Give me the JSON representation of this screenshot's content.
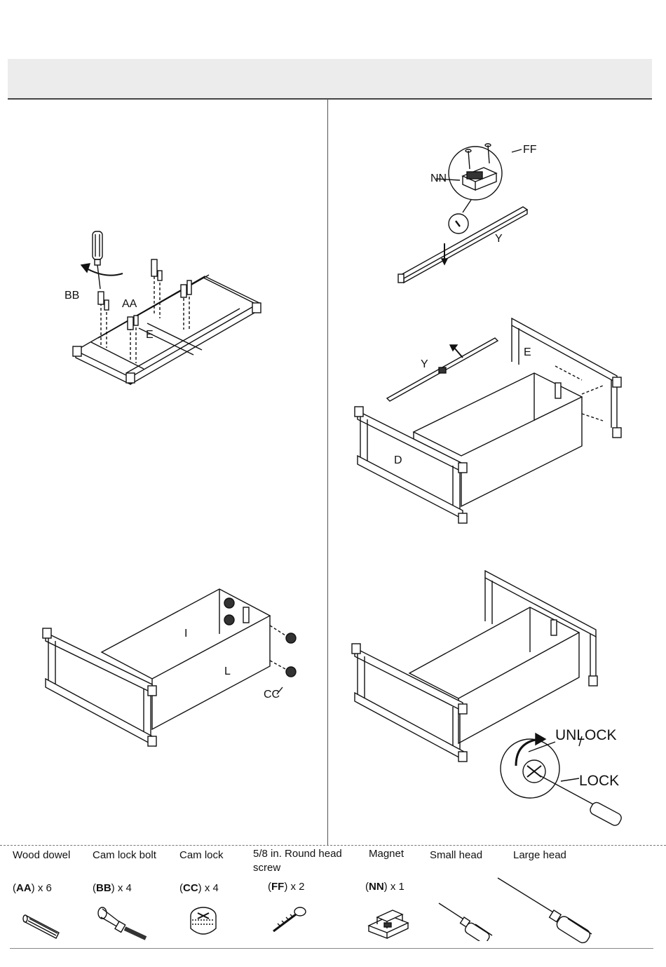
{
  "steps": [
    {
      "id": "step-1",
      "labels": {
        "bb": "BB",
        "aa": "AA",
        "e": "E"
      }
    },
    {
      "id": "step-2",
      "labels": {
        "ff": "FF",
        "nn": "NN",
        "y": "Y"
      }
    },
    {
      "id": "step-3",
      "labels": {
        "y": "Y",
        "e": "E",
        "d": "D"
      }
    },
    {
      "id": "step-4",
      "labels": {
        "i": "I",
        "l": "L",
        "cc": "CC"
      }
    },
    {
      "id": "step-5",
      "labels": {
        "unlock": "UNLOCK",
        "lock": "LOCK"
      }
    }
  ],
  "hardware": [
    {
      "name": "Wood dowel",
      "code": "AA",
      "qty": "x 6",
      "icon": "wood-dowel-icon"
    },
    {
      "name": "Cam lock bolt",
      "code": "BB",
      "qty": "x 4",
      "icon": "cam-lock-bolt-icon"
    },
    {
      "name": "Cam lock",
      "code": "CC",
      "qty": "x 4",
      "icon": "cam-lock-icon"
    },
    {
      "name": "5/8 in. Round head screw",
      "code": "FF",
      "qty": "x 2",
      "icon": "round-head-screw-icon"
    },
    {
      "name": "Magnet",
      "code": "NN",
      "qty": "x 1",
      "icon": "magnet-icon"
    },
    {
      "name": "Small head",
      "code": "",
      "qty": "",
      "icon": "small-screwdriver-icon"
    },
    {
      "name": "Large head",
      "code": "",
      "qty": "",
      "icon": "large-screwdriver-icon"
    }
  ]
}
